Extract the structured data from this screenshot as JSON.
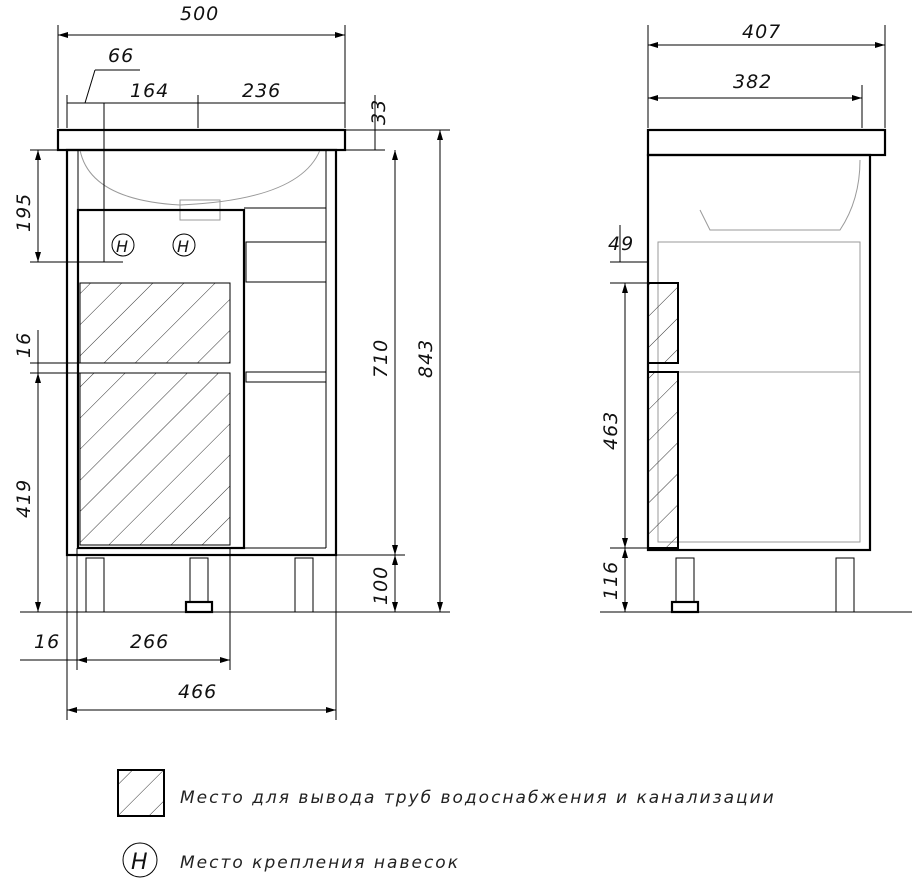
{
  "front_view": {
    "dims": {
      "width_total": "500",
      "offset": "66",
      "hole_left": "164",
      "hole_right": "236",
      "top_thickness": "33",
      "sink_depth": "195",
      "gap": "16",
      "door_height": "419",
      "body_height": "710",
      "total_height": "843",
      "leg_height": "100",
      "side_offset": "16",
      "door_width": "266",
      "body_width": "466"
    },
    "mount_symbol": "H"
  },
  "side_view": {
    "dims": {
      "depth_total": "407",
      "depth_body": "382",
      "top_gap": "49",
      "drawer_height": "463",
      "leg_height": "116"
    }
  },
  "legend": {
    "pipe_outlet": "Место для вывода труб водоснабжения и канализации",
    "mount_point_symbol": "H",
    "mount_point": "Место крепления навесок"
  }
}
